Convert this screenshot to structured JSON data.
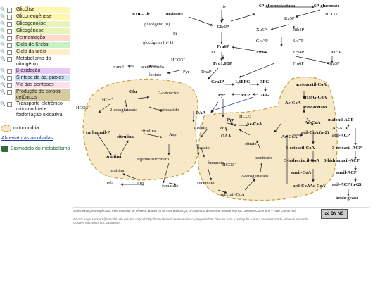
{
  "legend": {
    "items": [
      {
        "label": "Glicólise",
        "color": "#fff7b0"
      },
      {
        "label": "Gliconeogênese",
        "color": "#fff7b0"
      },
      {
        "label": "Glicogenólise",
        "color": "#e7f5b8"
      },
      {
        "label": "Glicogênese",
        "color": "#e7f5b8"
      },
      {
        "label": "Fermentação",
        "color": "#ffd9cc"
      },
      {
        "label": "Ciclo de Krebs",
        "color": "#c6f2c6"
      },
      {
        "label": "Ciclo da uréia",
        "color": "#fff0c8"
      },
      {
        "label": "Metabolismo do nitrogênio",
        "color": "#ffffff"
      },
      {
        "label": "β-oxidação",
        "color": "#e8c8f5"
      },
      {
        "label": "Síntese de ác. graxos",
        "color": "#cfe3f7"
      },
      {
        "label": "Via das pentoses",
        "color": "#ffe0ef"
      },
      {
        "label": "Produção de corpos cetônicos",
        "color": "#d7c9a0"
      },
      {
        "label": "Transporte eletrônico mitocondrial e fosforilação oxidativa",
        "color": "#ffffff"
      }
    ],
    "mito_label": "mitocondria",
    "abbr_link": "Abreviaturas amoliadas",
    "bio_label": "Biomodelo do metabolismo"
  },
  "diagram": {
    "labels": {
      "glc": "Glc",
      "udp_glc": "UDP-Glc",
      "glc1p": "Glc1P",
      "glc6p": "Glc6P",
      "glicogenio_n": "glucógeno (n)",
      "glicogenio_n1": "glucógeno (n+1)",
      "pi": "Pi",
      "pi2": "Pi",
      "fru6p": "Fru6P",
      "fru16bp": "Fru1,6BP",
      "dhap": "DhaP",
      "gra3p": "Gra3P",
      "bpg": "1,3BPG",
      "pg3": "3PG",
      "pg2": "2PG",
      "pep": "PEP",
      "pyr": "Pyr",
      "etanol": "etanol",
      "acetaldeido": "acetaldehído",
      "hco3_a": "HCO3⁻",
      "lactato": "lactato",
      "pyr_a": "Pyr",
      "gluconolactona": "6P-gluconolactona",
      "gluconato": "6P-gluconato",
      "ru5p": "Ru5P",
      "hco3_b": "HCO3⁻",
      "xu5p": "Xu5P",
      "rib5p": "Rib5P",
      "gra3p_b": "Gra3P",
      "sul7p": "Sul7P",
      "fru6p_b": "Fru6P",
      "ery4p": "Ery4P",
      "xu5p_b": "Xu5P",
      "fru6p_c": "Fru6P",
      "gra3p_c": "Gra3P",
      "nh4": "NH4⁺",
      "glu": "Glu",
      "cetoacido": "2-cetoácido",
      "hco3_c": "HCO3⁻",
      "cetoglutarato_a": "2-cetoglutarato",
      "aminoacido": "aminoácido",
      "carbamoil": "carbamoil-P",
      "citrulina": "citrulina",
      "citrulina_b": "citrulina",
      "ornitina": "ornitina",
      "ornitina_b": "ornitina",
      "asp": "Asp",
      "argininossuccinato": "argininosuccinato",
      "urea": "uréa",
      "arg": "Arg",
      "fumarato_b": "fumarato",
      "oaa": "OAA",
      "malato": "malato",
      "oaa_b": "OAA",
      "malato_b": "malato",
      "fumarato": "fumarato",
      "succinato": "succinato",
      "succinilcoa": "succinil-CoA",
      "cetoglutarato_b": "2-cetoglutarato",
      "isocitrato": "isocitrato",
      "citrato": "citrato",
      "hco3_d": "HCO3⁻",
      "pyr_b": "Pyr",
      "acetilcoa": "Ac-CoA",
      "hco3_e": "HCO3⁻",
      "pep_b": "PEP",
      "acetoacetilcoa": "acetoacetil-CoA",
      "hmgcoa": "3HMG-CoA",
      "acetoacetato": "acetoacetato",
      "accoa_k": "Ac-CoA",
      "malonil": "malonil-ACP",
      "acacp": "Ac-ACP",
      "acilacp": "acil-ACP",
      "cetoacilacp": "3-cetoacil-ACP",
      "hidroxiacilacp": "3-hidroxiacil-ACP",
      "enoilacp": "enoil-ACP",
      "acilacp2": "acil-ACP (n+2)",
      "acido_graxo": "ácido graxo",
      "accoa_b": "Ac-CoA",
      "acilcoa": "acil-CoA (n-2)",
      "accoa_c": "Ac-CoA",
      "cetoacilcoa": "3-cetoacil-CoA",
      "hidroxiacilcoa": "3-hidroxiacil-CoA",
      "enoilcoa": "enoil-CoA",
      "acilcoa2": "acil-CoA",
      "accoa_d": "Ac-CoA"
    }
  },
  "footer": {
    "line1": "Salvo exceções explícitas, este material se oferece abaixo os termos da licença O conteúdo desse site possui licença Creative Commons – Não Comercial.",
    "line2": "Autora: Angel Herráez (biomodel.uah.es); site original: http://biomodel.uah.es/metab/inicio_integrado.htm  Tradutor para o português e aluno da universidade Anhembi Morumbi: Gustavo Marcelino, RA: 21555040",
    "cc_badge": "cc BY NC"
  }
}
